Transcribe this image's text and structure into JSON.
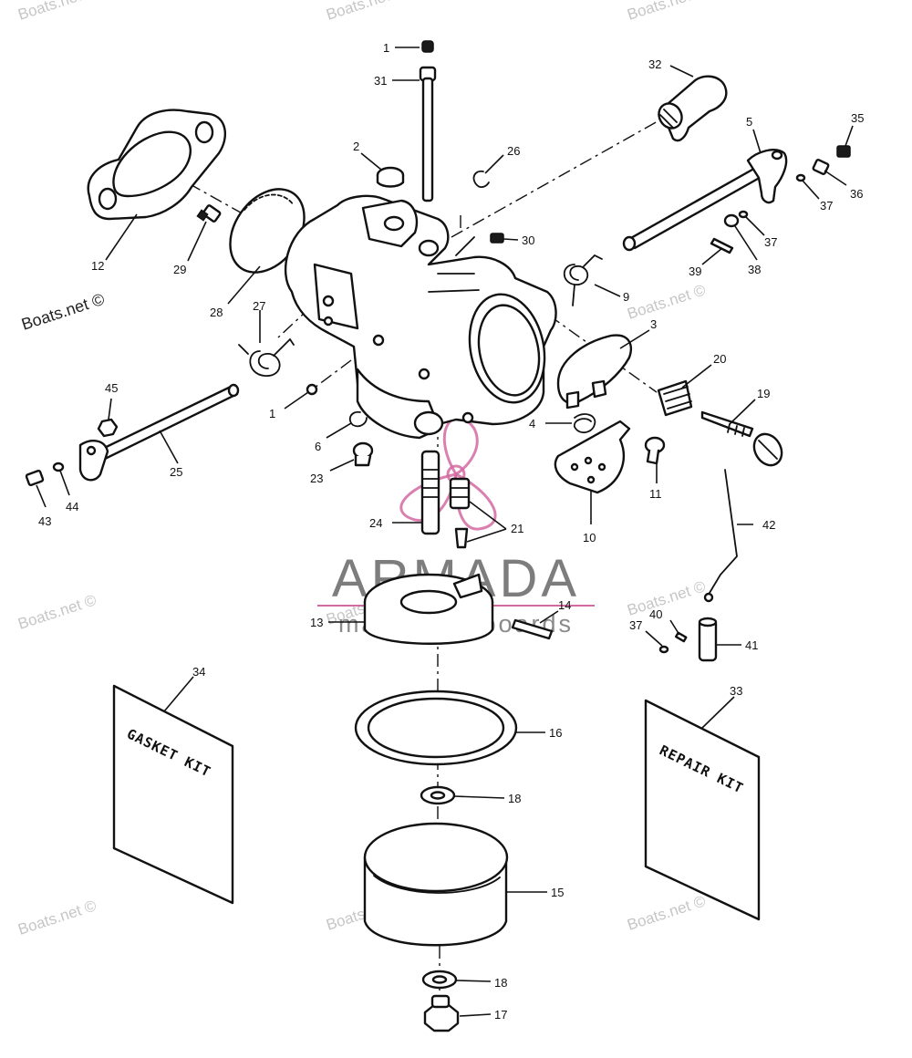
{
  "watermark": "Boats.net ©",
  "watermark_left": "Boats.net ©",
  "brand": {
    "name": "ARMADA",
    "tagline": "marine outboards",
    "accent_color": "#d46aa2"
  },
  "kits": {
    "gasket": "GASKET KIT",
    "repair": "REPAIR KIT"
  },
  "callouts": {
    "n1a": "1",
    "n31": "31",
    "n32": "32",
    "n2": "2",
    "n26": "26",
    "n35": "35",
    "n5": "5",
    "n36": "36",
    "n37a": "37",
    "n37b": "37",
    "n30": "30",
    "n12": "12",
    "n29": "29",
    "n38": "38",
    "n39": "39",
    "n9": "9",
    "n28": "28",
    "n27": "27",
    "n3": "3",
    "n20": "20",
    "n19": "19",
    "n45": "45",
    "n1b": "1",
    "n6": "6",
    "n4": "4",
    "n11": "11",
    "n25": "25",
    "n23": "23",
    "n43": "43",
    "n44": "44",
    "n24": "24",
    "n21": "21",
    "n10": "10",
    "n42": "42",
    "n14": "14",
    "n13": "13",
    "n40": "40",
    "n37c": "37",
    "n41": "41",
    "n34": "34",
    "n33": "33",
    "n16": "16",
    "n18a": "18",
    "n15": "15",
    "n18b": "18",
    "n17": "17"
  }
}
